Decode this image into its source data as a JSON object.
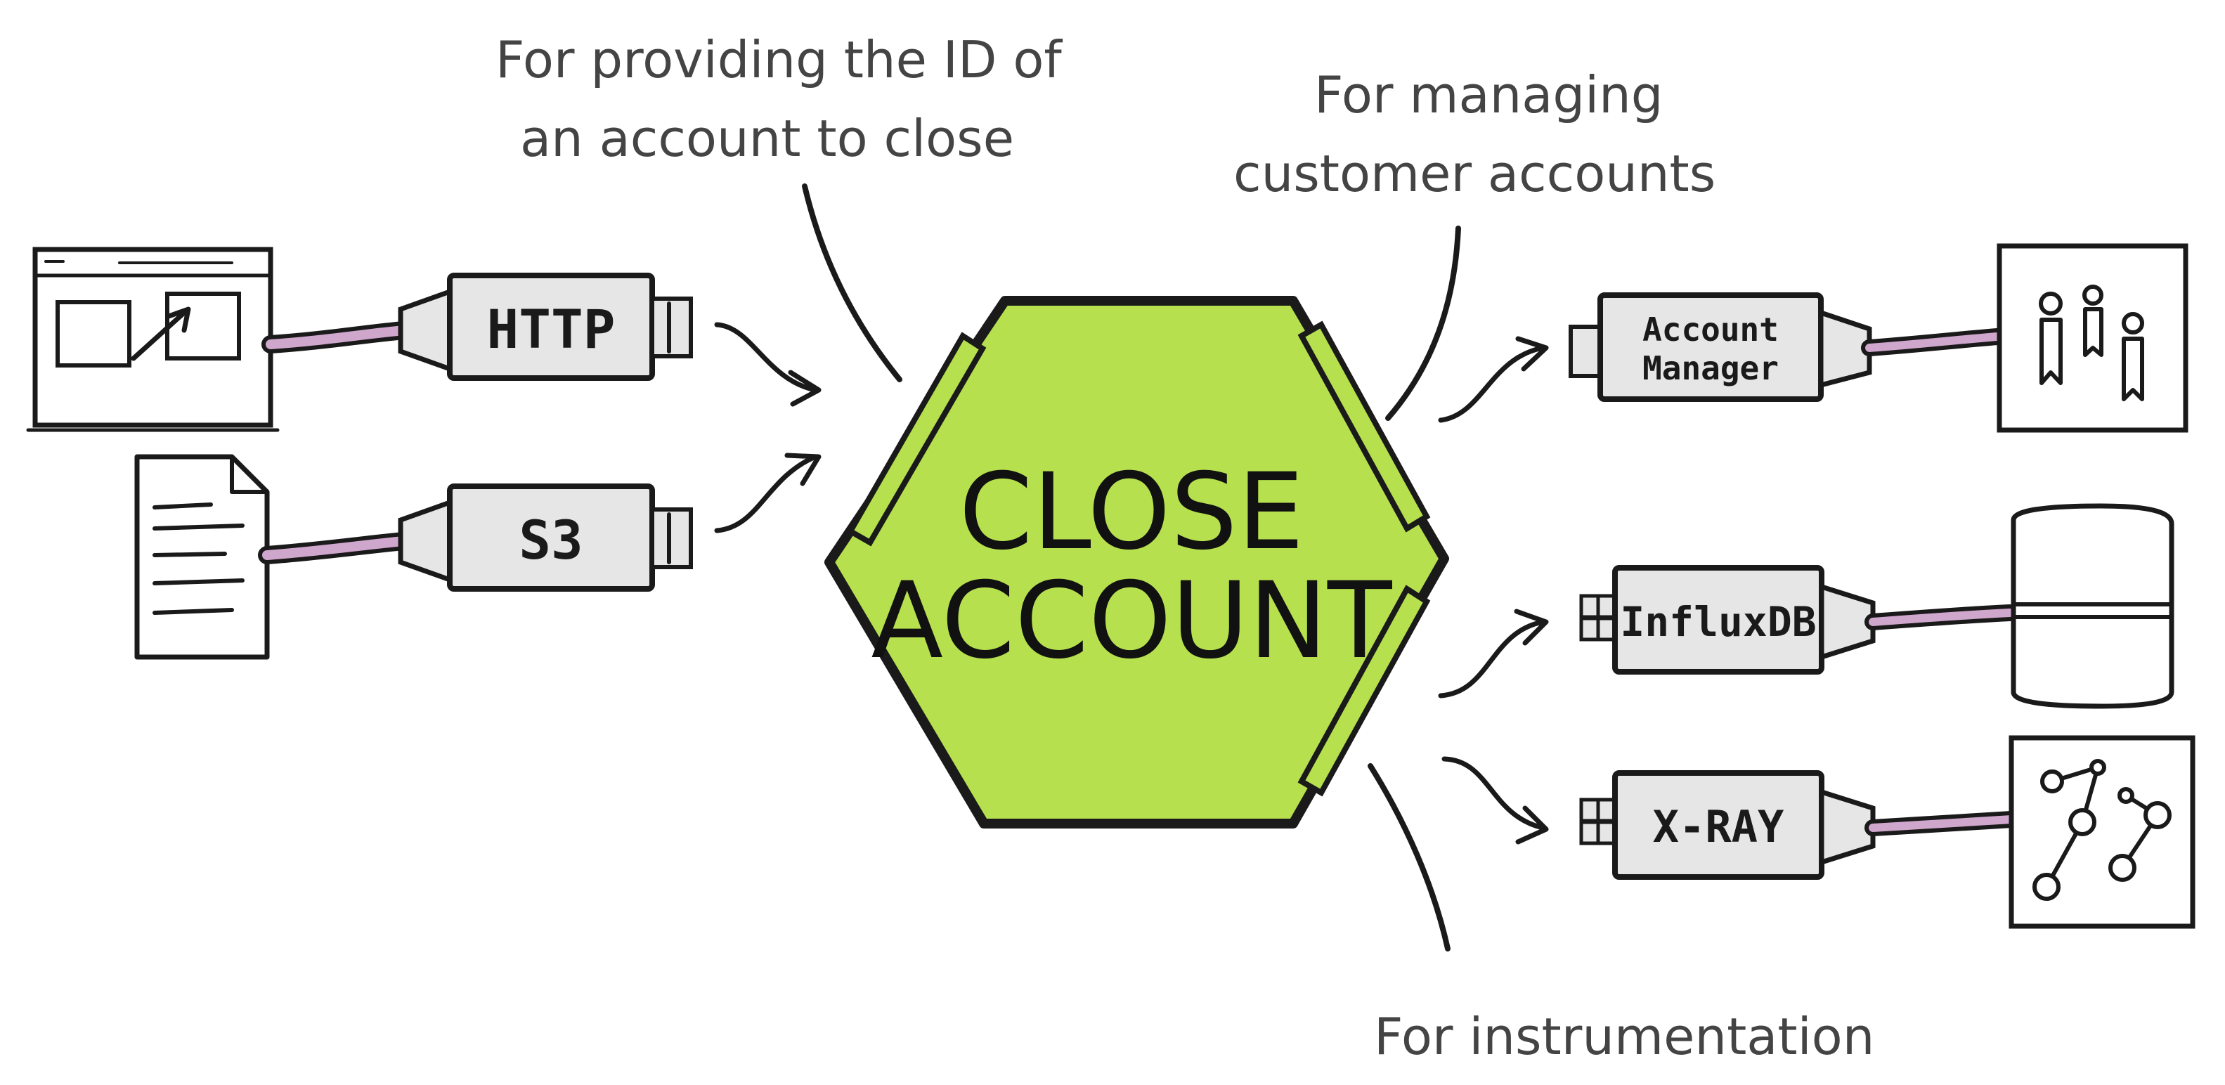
{
  "core": {
    "line1": "CLOSE",
    "line2": "ACCOUNT",
    "color": "#b6e04e"
  },
  "annotations": {
    "input_line1": "For providing the ID of",
    "input_line2": "an account to close",
    "manage_line1": "For managing",
    "manage_line2": "customer accounts",
    "instrumentation": "For instrumentation"
  },
  "adapters": {
    "http": "HTTP",
    "s3": "S3",
    "account_manager_line1": "Account",
    "account_manager_line2": "Manager",
    "influxdb": "InfluxDB",
    "xray": "X-RAY"
  },
  "colors": {
    "cable": "#cfa6cc",
    "plug": "#e6e6e6",
    "ink": "#1a1a1a",
    "note": "#444444"
  },
  "icons": {
    "browser": "browser-window-icon",
    "document": "document-icon",
    "users": "users-icon",
    "database": "database-icon",
    "trace": "trace-graph-icon"
  }
}
